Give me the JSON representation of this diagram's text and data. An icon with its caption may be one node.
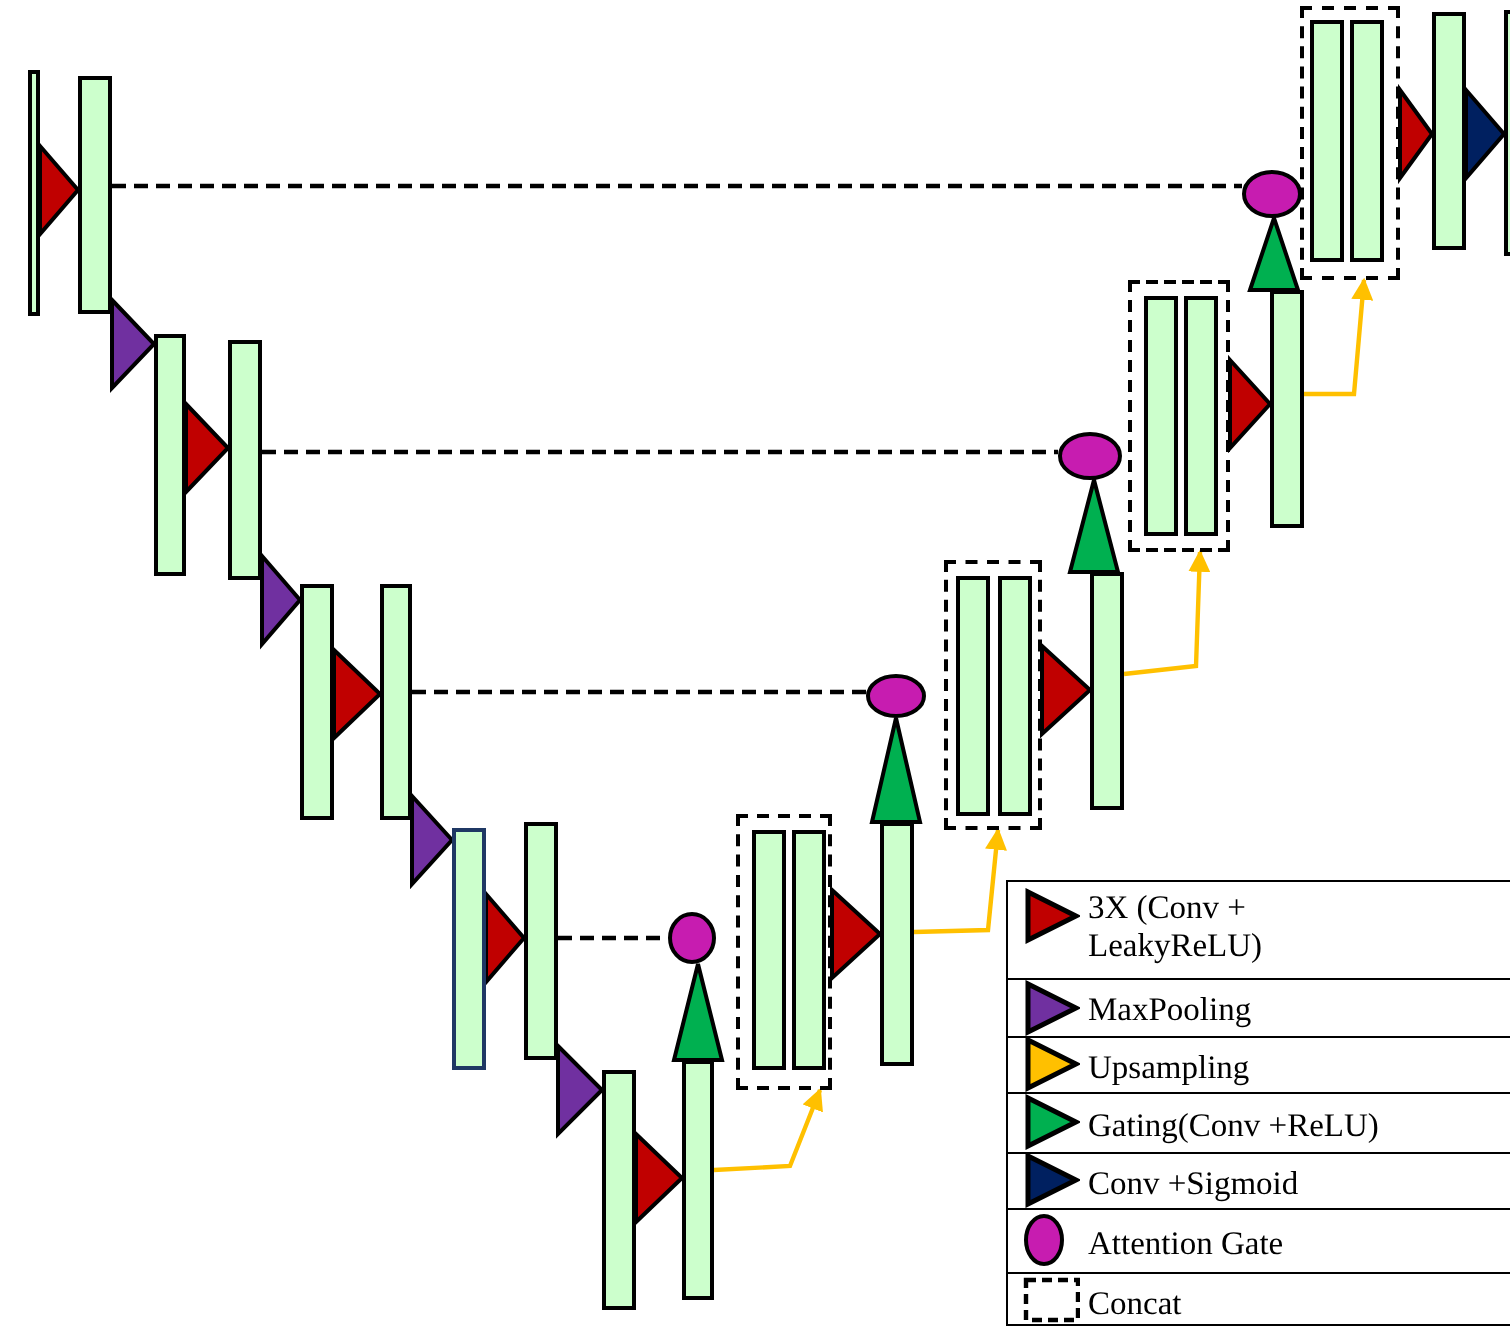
{
  "diagram": {
    "nodes": [
      {
        "text": [],
        "shape": "bar"
      },
      {
        "text": [],
        "shape": "bar"
      },
      {
        "text": [],
        "shape": "bar"
      },
      {
        "text": [],
        "shape": "bar"
      },
      {
        "text": [],
        "shape": "bar"
      },
      {
        "text": [],
        "shape": "bar"
      },
      {
        "text": [],
        "shape": "bar"
      },
      {
        "text": [],
        "shape": "bar"
      },
      {
        "text": [],
        "shape": "bar"
      },
      {
        "text": [],
        "shape": "bar"
      },
      {
        "text": [],
        "shape": "circle"
      },
      {
        "text": [],
        "shape": "box"
      },
      {
        "text": [],
        "shape": "bar",
        "in": 11
      },
      {
        "text": [],
        "shape": "bar",
        "in": 11
      },
      {
        "text": [],
        "shape": "bar"
      },
      {
        "text": [],
        "shape": "circle"
      },
      {
        "text": [],
        "shape": "box"
      },
      {
        "text": [],
        "shape": "bar",
        "in": 16
      },
      {
        "text": [],
        "shape": "bar",
        "in": 16
      },
      {
        "text": [],
        "shape": "bar"
      },
      {
        "text": [],
        "shape": "circle"
      },
      {
        "text": [],
        "shape": "box"
      },
      {
        "text": [],
        "shape": "bar",
        "in": 21
      },
      {
        "text": [],
        "shape": "bar",
        "in": 21
      },
      {
        "text": [],
        "shape": "bar"
      },
      {
        "text": [],
        "shape": "circle"
      },
      {
        "text": [],
        "shape": "box"
      },
      {
        "text": [],
        "shape": "bar",
        "in": 26
      },
      {
        "text": [],
        "shape": "bar",
        "in": 26
      },
      {
        "text": [],
        "shape": "bar"
      },
      {
        "text": [],
        "shape": "bar"
      }
    ],
    "edges": [
      {
        "from": 0,
        "to": 1,
        "arrow": "to",
        "color": "#c00000"
      },
      {
        "from": 1,
        "to": 2,
        "arrow": "to",
        "color": "#7030a0"
      },
      {
        "from": 2,
        "to": 3,
        "arrow": "to",
        "color": "#c00000"
      },
      {
        "from": 3,
        "to": 4,
        "arrow": "to",
        "color": "#7030a0"
      },
      {
        "from": 4,
        "to": 5,
        "arrow": "to",
        "color": "#c00000"
      },
      {
        "from": 5,
        "to": 6,
        "arrow": "to",
        "color": "#7030a0"
      },
      {
        "from": 6,
        "to": 7,
        "arrow": "to",
        "color": "#c00000"
      },
      {
        "from": 7,
        "to": 8,
        "arrow": "to",
        "color": "#7030a0"
      },
      {
        "from": 8,
        "to": 9,
        "arrow": "to",
        "color": "#c00000"
      },
      {
        "from": 9,
        "to": 10,
        "arrow": "to",
        "color": "#00b050"
      },
      {
        "from": 9,
        "to": 11,
        "arrow": "to",
        "color": "#ffc000"
      },
      {
        "from": 11,
        "to": 14,
        "arrow": "to",
        "color": "#c00000"
      },
      {
        "from": 14,
        "to": 15,
        "arrow": "to",
        "color": "#00b050"
      },
      {
        "from": 14,
        "to": 16,
        "arrow": "to",
        "color": "#ffc000"
      },
      {
        "from": 16,
        "to": 19,
        "arrow": "to",
        "color": "#c00000"
      },
      {
        "from": 19,
        "to": 20,
        "arrow": "to",
        "color": "#00b050"
      },
      {
        "from": 19,
        "to": 21,
        "arrow": "to",
        "color": "#ffc000"
      },
      {
        "from": 21,
        "to": 24,
        "arrow": "to",
        "color": "#c00000"
      },
      {
        "from": 24,
        "to": 25,
        "arrow": "to",
        "color": "#00b050"
      },
      {
        "from": 24,
        "to": 26,
        "arrow": "to",
        "color": "#ffc000"
      },
      {
        "from": 26,
        "to": 29,
        "arrow": "to",
        "color": "#c00000"
      },
      {
        "from": 29,
        "to": 30,
        "arrow": "to",
        "color": "#002060"
      },
      {
        "from": 1,
        "to": 25,
        "arrow": "none",
        "style": "dashed",
        "color": "#000000"
      },
      {
        "from": 3,
        "to": 20,
        "arrow": "none",
        "style": "dashed",
        "color": "#000000"
      },
      {
        "from": 5,
        "to": 15,
        "arrow": "none",
        "style": "dashed",
        "color": "#000000"
      },
      {
        "from": 7,
        "to": 10,
        "arrow": "none",
        "style": "dashed",
        "color": "#000000"
      }
    ],
    "legend": [
      {
        "text": "3X (Conv + LeakyReLU)"
      },
      {
        "text": "MaxPooling"
      },
      {
        "text": "Upsampling"
      },
      {
        "text": "Gating(Conv +ReLU)"
      },
      {
        "text": "Conv +Sigmoid"
      },
      {
        "text": "Attention Gate"
      },
      {
        "text": "Concat"
      }
    ]
  }
}
